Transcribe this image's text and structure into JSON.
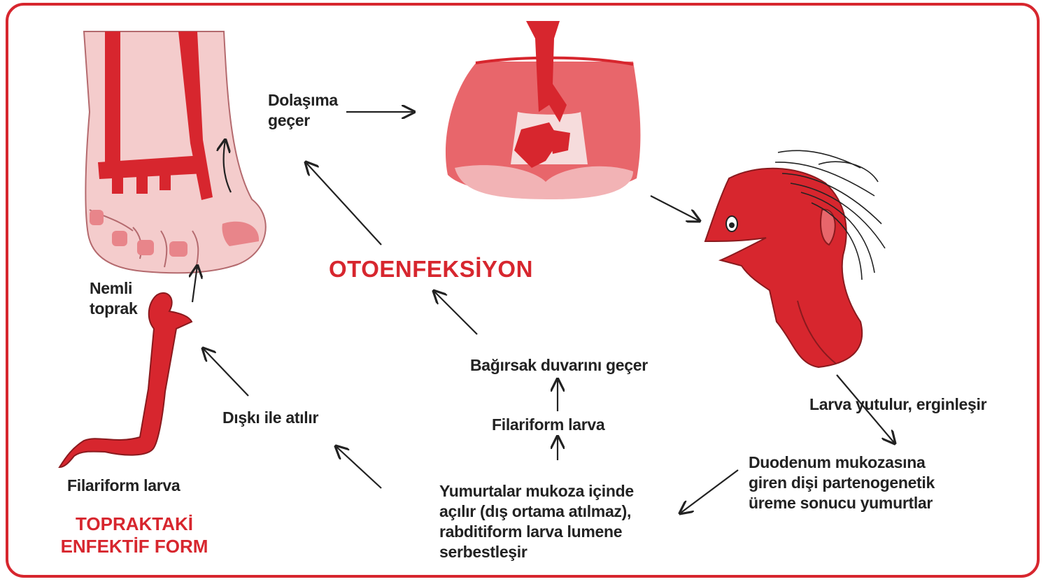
{
  "colors": {
    "accent": "#d7262e",
    "skin_light": "#f4cccc",
    "lung": "#e8666b",
    "text": "#222222"
  },
  "labels": {
    "circulation_line1": "Dolaşıma",
    "circulation_line2": "geçer",
    "otoenfeksiyon": "OTOENFEKSİYON",
    "moist_soil_line1": "Nemli",
    "moist_soil_line2": "toprak",
    "excreted": "Dışkı ile atılır",
    "intestine_wall": "Bağırsak duvarını geçer",
    "filariform_center": "Filariform larva",
    "swallowed": "Larva yutulur, erginleşir",
    "duodenum_line1": "Duodenum mukozasına",
    "duodenum_line2": "giren dişi partenogenetik",
    "duodenum_line3": "üreme sonucu yumurtlar",
    "eggs_line1": "Yumurtalar mukoza içinde",
    "eggs_line2": "açılır (dış ortama atılmaz),",
    "eggs_line3": "rabditiform larva lumene",
    "eggs_line4": "serbestleşir",
    "filariform_left": "Filariform larva",
    "form_line1": "TOPRAKTAKİ",
    "form_line2": "ENFEKTİF FORM"
  }
}
